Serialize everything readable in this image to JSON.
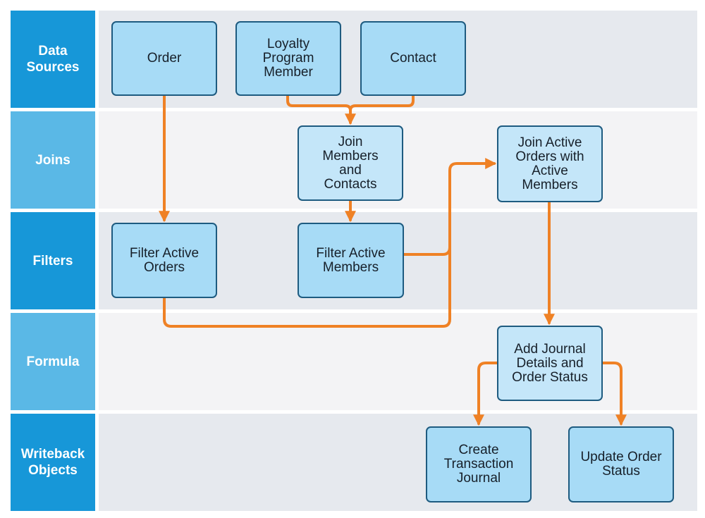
{
  "lanes": [
    {
      "id": "data-sources",
      "label": "Data\nSources"
    },
    {
      "id": "joins",
      "label": "Joins"
    },
    {
      "id": "filters",
      "label": "Filters"
    },
    {
      "id": "formula",
      "label": "Formula"
    },
    {
      "id": "writeback",
      "label": "Writeback\nObjects"
    }
  ],
  "nodes": {
    "order": "Order",
    "loyalty_program_member": "Loyalty\nProgram\nMember",
    "contact": "Contact",
    "join_members_contacts": "Join\nMembers\nand\nContacts",
    "join_active_orders": "Join Active\nOrders with\nActive\nMembers",
    "filter_active_orders": "Filter Active\nOrders",
    "filter_active_members": "Filter Active\nMembers",
    "add_journal_details": "Add Journal\nDetails and\nOrder Status",
    "create_transaction_journal": "Create\nTransaction\nJournal",
    "update_order_status": "Update Order\nStatus"
  },
  "edges": [
    {
      "from": "Order",
      "to": "Filter Active Orders"
    },
    {
      "from": "Loyalty Program Member",
      "to": "Join Members and Contacts"
    },
    {
      "from": "Contact",
      "to": "Join Members and Contacts"
    },
    {
      "from": "Join Members and Contacts",
      "to": "Filter Active Members"
    },
    {
      "from": "Filter Active Members",
      "to": "Join Active Orders with Active Members"
    },
    {
      "from": "Filter Active Orders",
      "to": "Join Active Orders with Active Members"
    },
    {
      "from": "Join Active Orders with Active Members",
      "to": "Add Journal Details and Order Status"
    },
    {
      "from": "Add Journal Details and Order Status",
      "to": "Create Transaction Journal"
    },
    {
      "from": "Add Journal Details and Order Status",
      "to": "Update Order Status"
    }
  ],
  "colors": {
    "lane_label_dark": "#1797d8",
    "lane_label_light": "#5ab8e6",
    "node_border": "#1e5b80",
    "connector": "#ef8125"
  }
}
